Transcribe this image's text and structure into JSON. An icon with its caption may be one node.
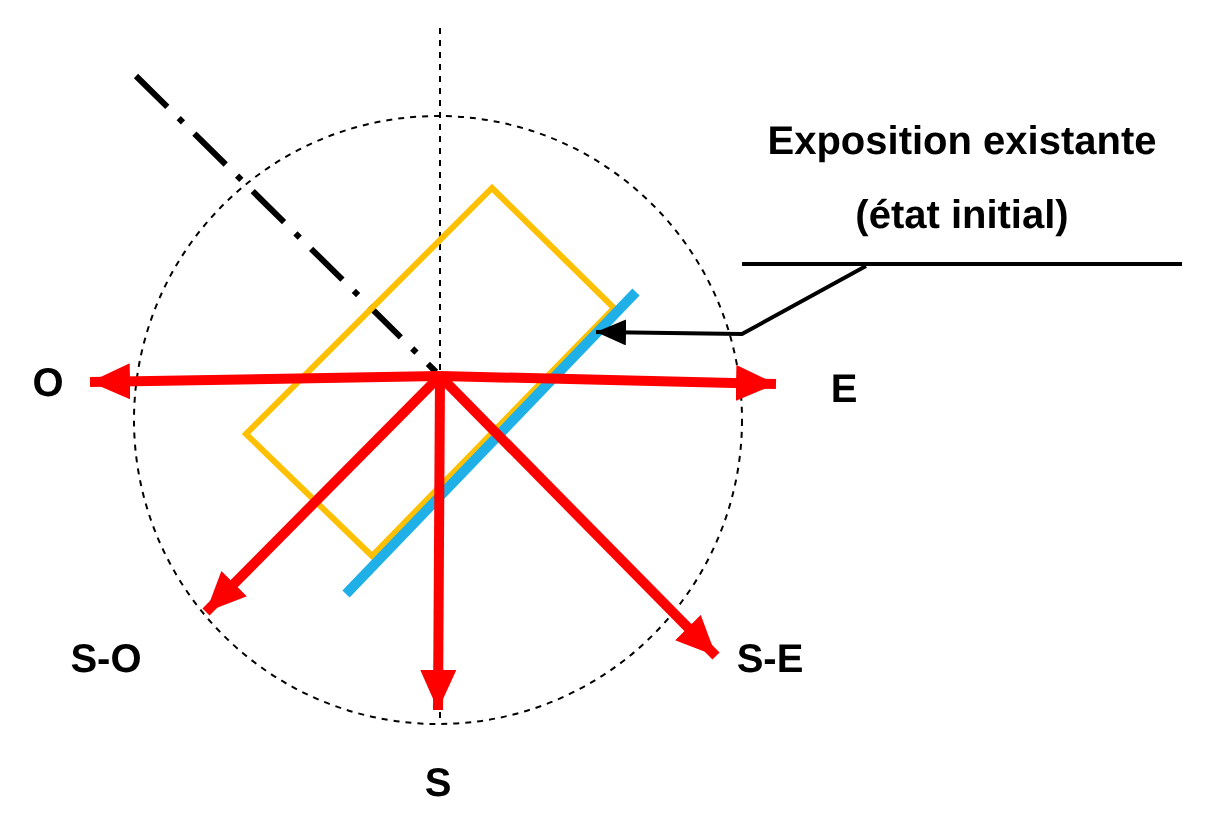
{
  "diagram": {
    "nodes": [
      {
        "text": [
          "Exposition existante (état initial)"
        ]
      },
      {
        "text": [
          "O"
        ]
      },
      {
        "text": [
          "E"
        ]
      },
      {
        "text": [
          "S-O"
        ]
      },
      {
        "text": [
          "S-E"
        ]
      },
      {
        "text": [
          "S"
        ]
      }
    ],
    "edges": [
      {
        "from": null,
        "to": 1,
        "arrow": "to"
      },
      {
        "from": null,
        "to": 2,
        "arrow": "to"
      },
      {
        "from": null,
        "to": 3,
        "arrow": "to"
      },
      {
        "from": null,
        "to": 4,
        "arrow": "to"
      },
      {
        "from": null,
        "to": 5,
        "arrow": "to"
      },
      {
        "from": 0,
        "to": null,
        "arrow": "to",
        "color": "#000000"
      }
    ]
  }
}
